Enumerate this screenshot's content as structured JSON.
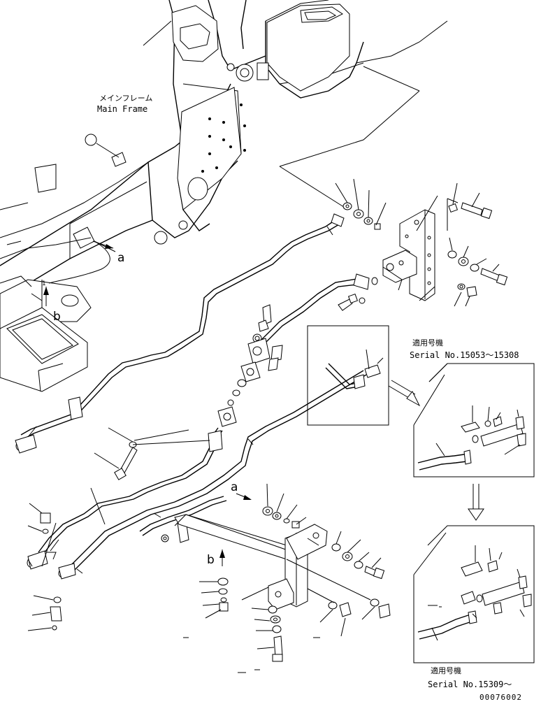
{
  "labels": {
    "main_frame_jp": "メインフレーム",
    "main_frame_en": "Main Frame",
    "marker_a": "a",
    "marker_b": "b",
    "marker_1": "1"
  },
  "insets": {
    "first": {
      "heading_jp": "適用号機",
      "serial": "Serial No.15053～15308"
    },
    "second": {
      "heading_jp": "適用号機",
      "serial": "Serial No.15309～"
    }
  },
  "drawing_number": "00076002"
}
